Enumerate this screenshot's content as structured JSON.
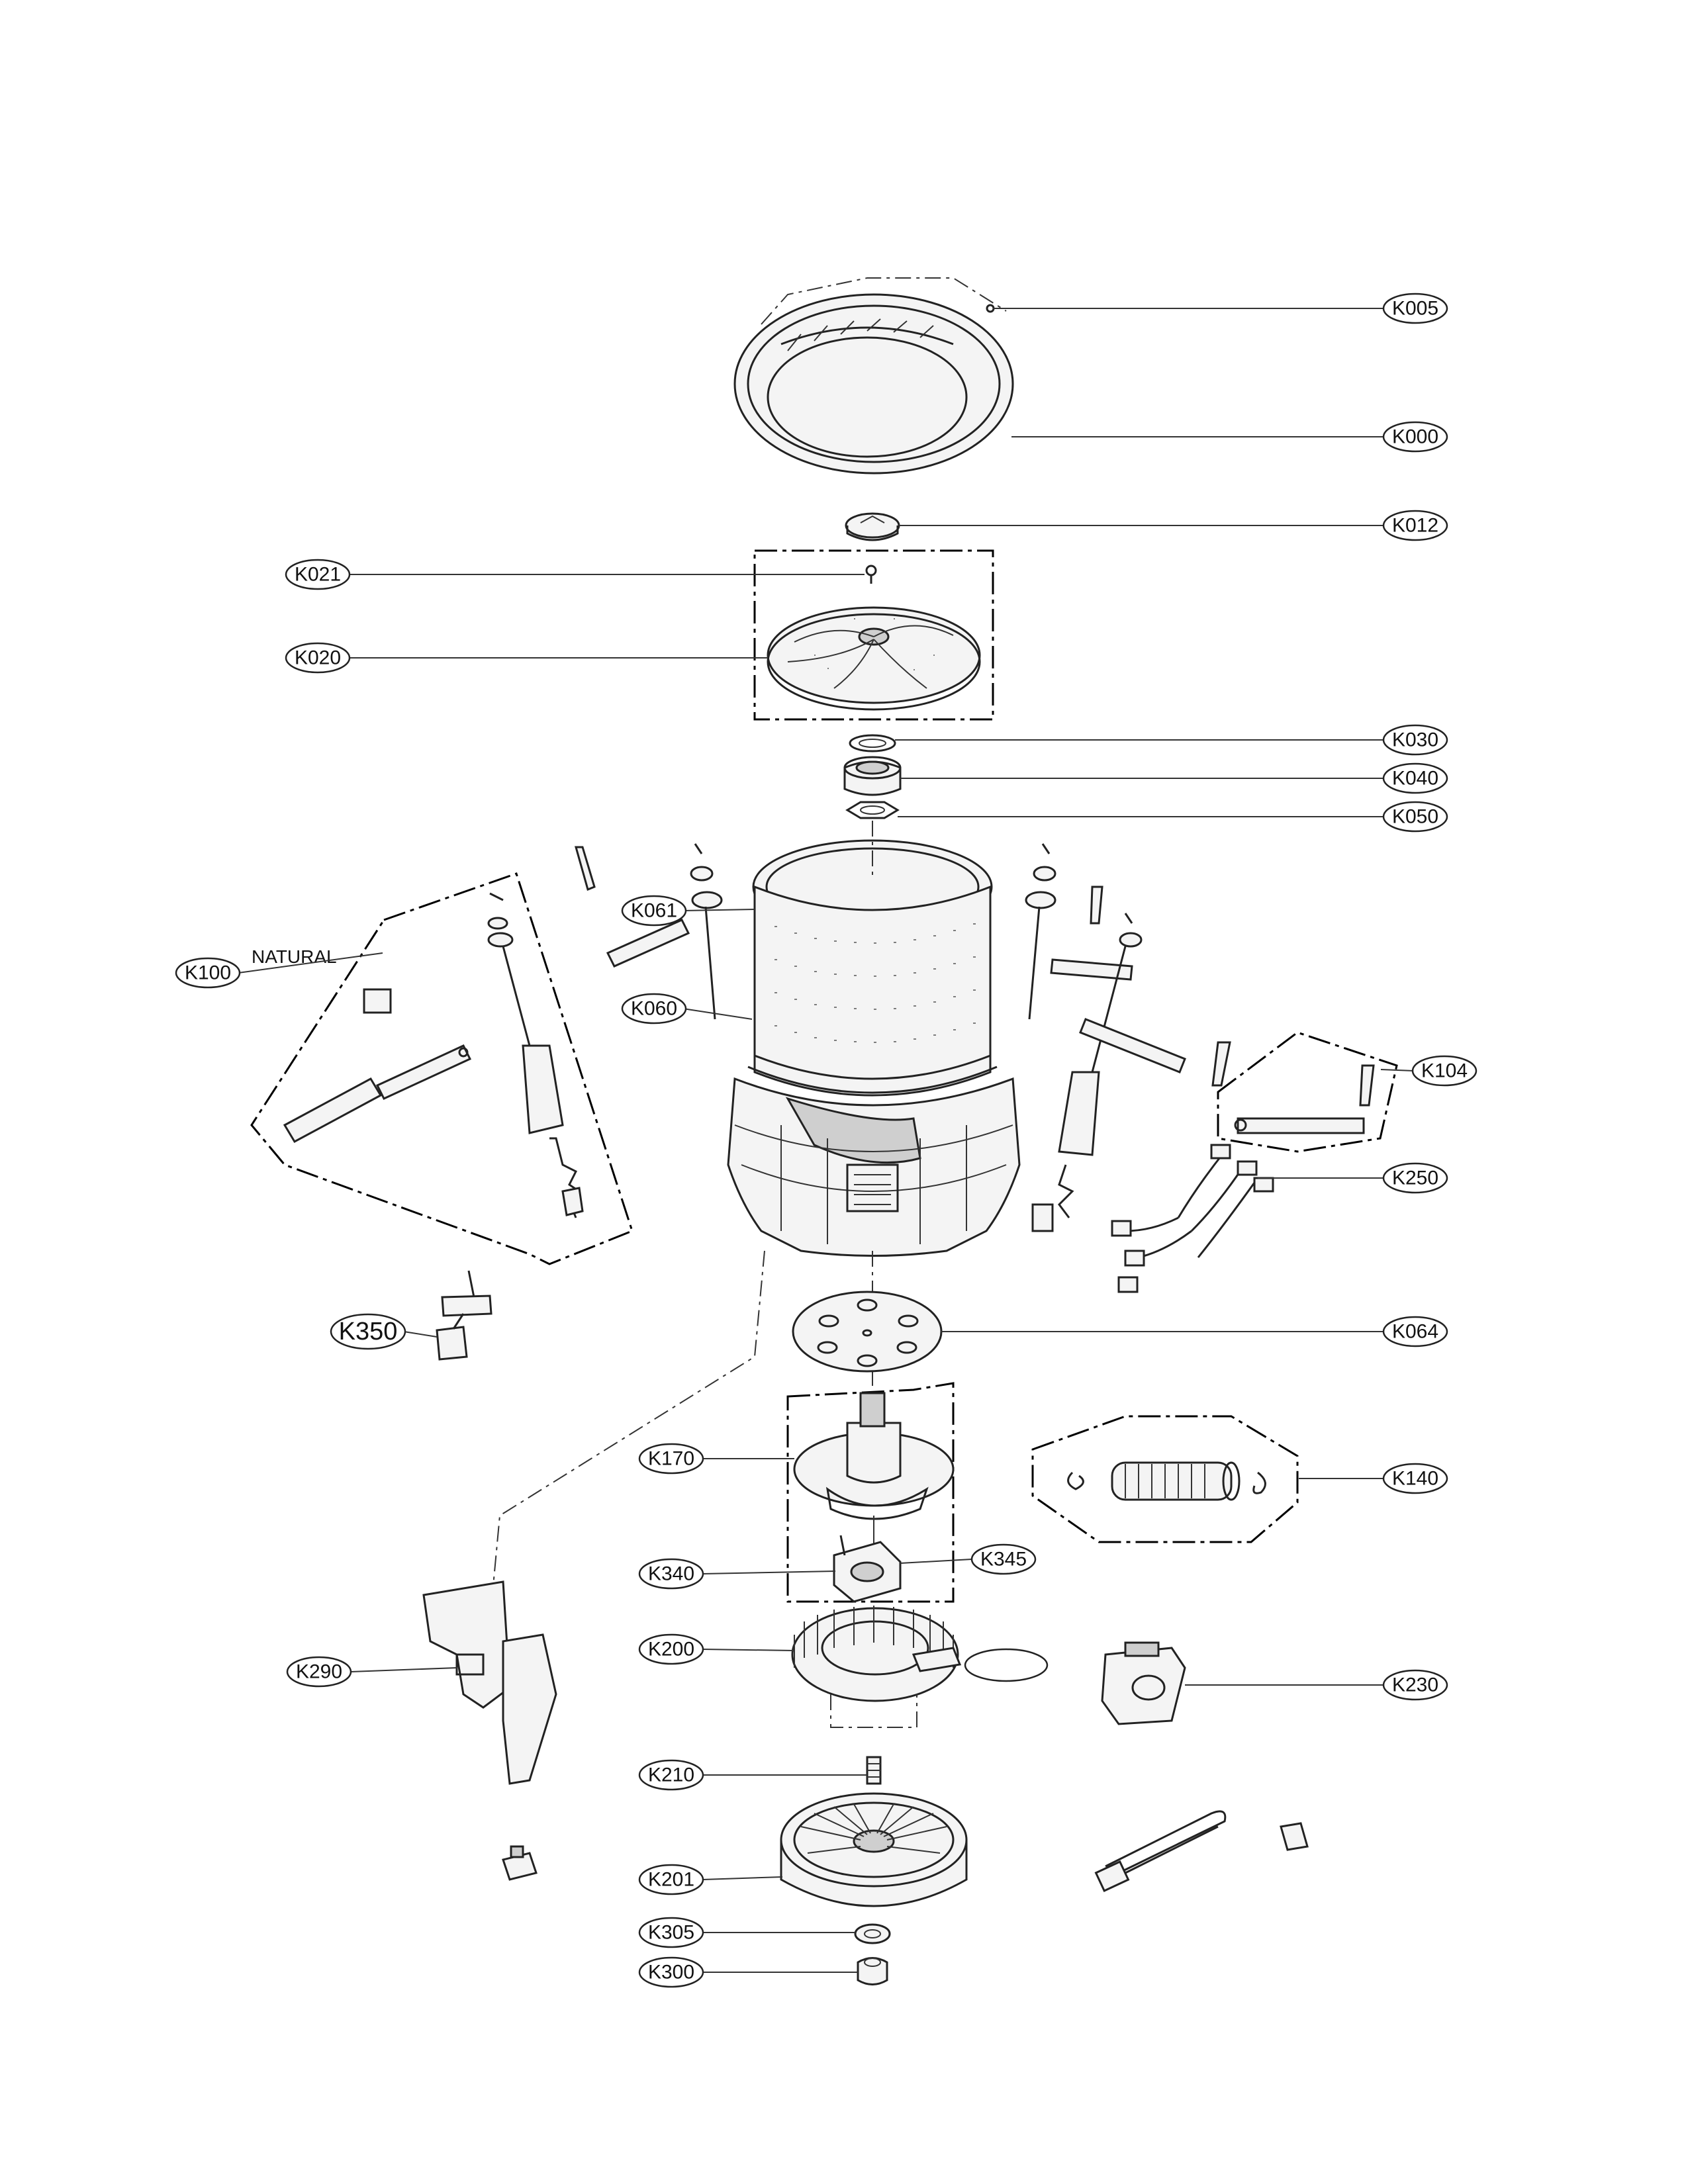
{
  "callouts": {
    "k005": "K005",
    "k000": "K000",
    "k012": "K012",
    "k021": "K021",
    "k020": "K020",
    "k030": "K030",
    "k040": "K040",
    "k050": "K050",
    "k061": "K061",
    "k060": "K060",
    "k100": "K100",
    "k104": "K104",
    "k250": "K250",
    "k350": "K350",
    "k064": "K064",
    "k170": "K170",
    "k140": "K140",
    "k340": "K340",
    "k345": "K345",
    "k200": "K200",
    "k290": "K290",
    "k230": "K230",
    "k210": "K210",
    "k201": "K201",
    "k305": "K305",
    "k300": "K300"
  },
  "notes": {
    "natural": "NATURAL"
  }
}
